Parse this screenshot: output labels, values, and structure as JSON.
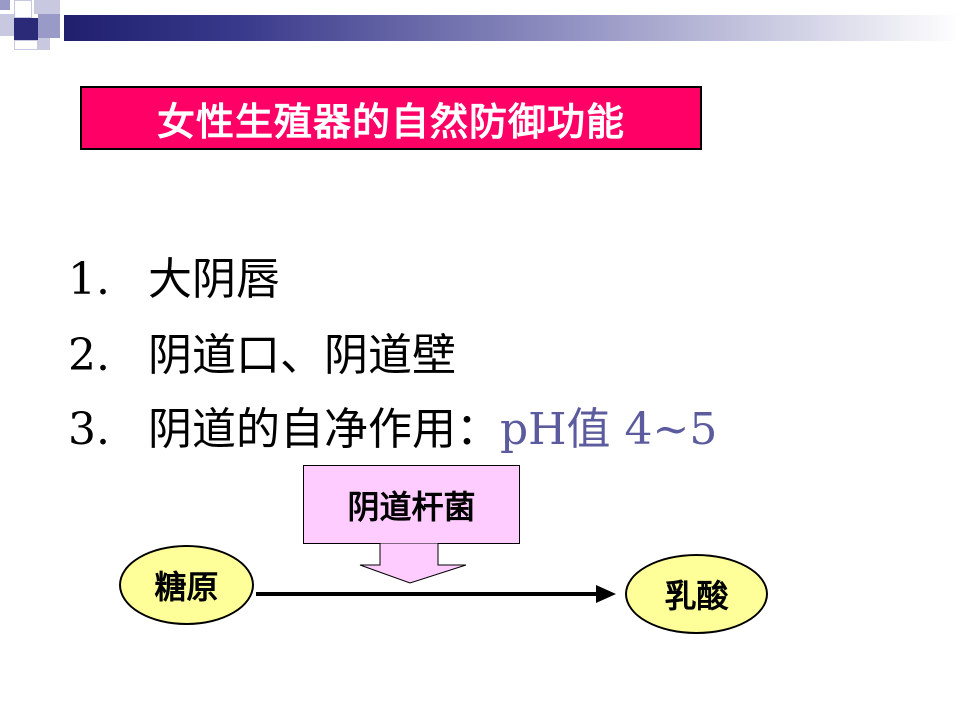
{
  "title": "女性生殖器的自然防御功能",
  "items": [
    {
      "num": "1.",
      "text": "大阴唇",
      "extra": ""
    },
    {
      "num": "2.",
      "text": "阴道口、阴道壁",
      "extra": ""
    },
    {
      "num": "3.",
      "text": "阴道的自净作用：",
      "extra": "pH值 4~5"
    }
  ],
  "diagram": {
    "bacteria": "阴道杆菌",
    "source": "糖原",
    "product": "乳酸"
  },
  "colors": {
    "title_bg": "#ff0066",
    "bacteria_bg": "#ffccff",
    "ellipse_bg": "#ffff99",
    "ph_text": "#5b5b9e"
  }
}
